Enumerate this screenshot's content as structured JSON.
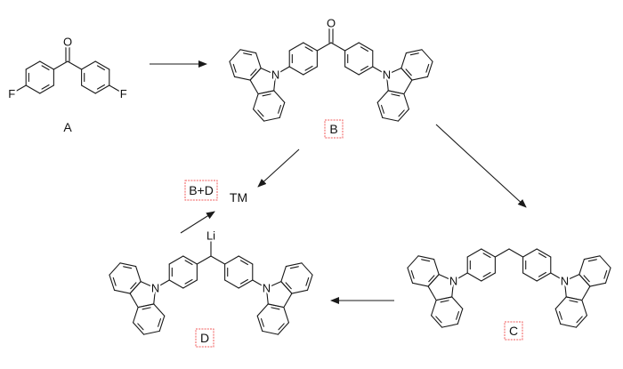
{
  "atoms": {
    "oxygen": "O",
    "fluorine": "F",
    "nitrogen": "N",
    "lithium": "Li"
  },
  "compounds": {
    "A": {
      "label": "A",
      "substituent": "O",
      "halogen": "F"
    },
    "B": {
      "label": "B",
      "substituent": "O",
      "boxed": true
    },
    "C": {
      "label": "C",
      "substituent": "",
      "boxed": true
    },
    "D": {
      "label": "D",
      "substituent": "Li",
      "boxed": true
    }
  },
  "mixture_label": "B+D",
  "product_label": "TM",
  "colors": {
    "box": "#f05a5a",
    "ink": "#1a1a1a"
  }
}
